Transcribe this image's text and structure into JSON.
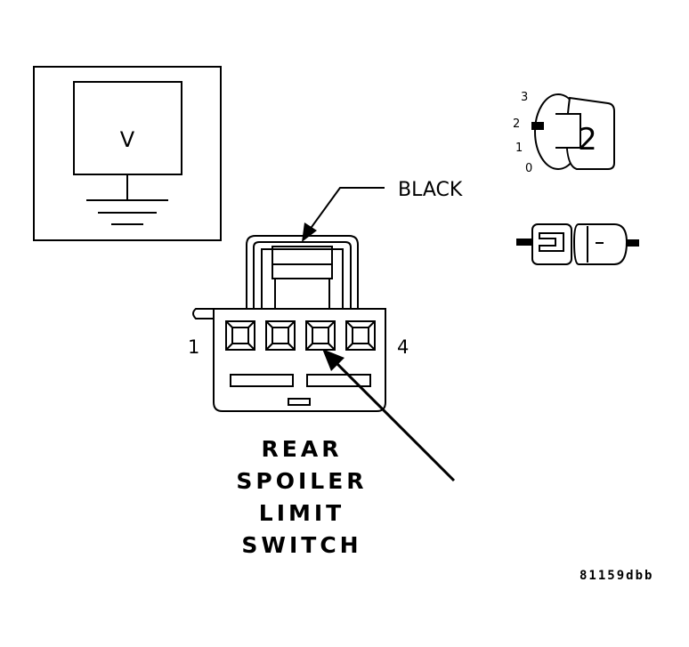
{
  "meter": {
    "symbol": "V"
  },
  "wire_color": "BLACK",
  "connector": {
    "pin_first": "1",
    "pin_last": "4"
  },
  "component_title": [
    "REAR",
    "SPOILER",
    "LIMIT",
    "SWITCH"
  ],
  "ignition": {
    "positions": [
      "3",
      "2",
      "1",
      "0"
    ],
    "selected": "2"
  },
  "figure_code": "81159dbb"
}
